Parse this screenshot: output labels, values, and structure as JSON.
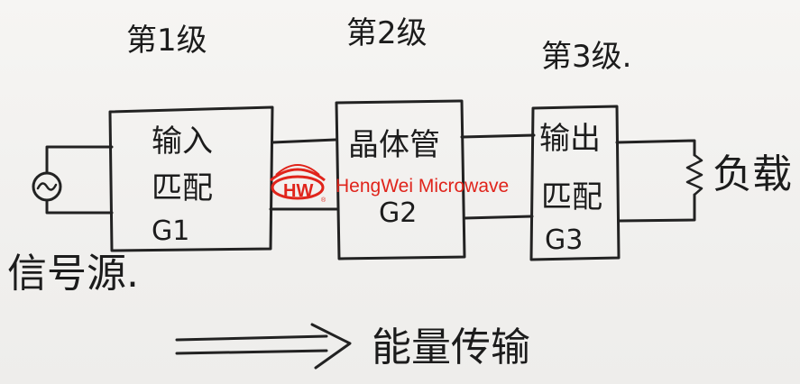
{
  "stages": [
    {
      "title": "第1级",
      "lines": [
        "输入",
        "匹配",
        "G1"
      ]
    },
    {
      "title": "第2级",
      "lines": [
        "晶体管",
        "G2"
      ]
    },
    {
      "title": "第3级.",
      "lines": [
        "输出",
        "匹配",
        "G3"
      ]
    }
  ],
  "source_label": "信号源.",
  "load_label": "负载",
  "flow_label": "能量传输",
  "watermark": {
    "text": "HengWei Microwave",
    "mark": "HW",
    "color": "#e0241b"
  },
  "colors": {
    "ink": "#222222",
    "paper": "#f3f2f0"
  }
}
